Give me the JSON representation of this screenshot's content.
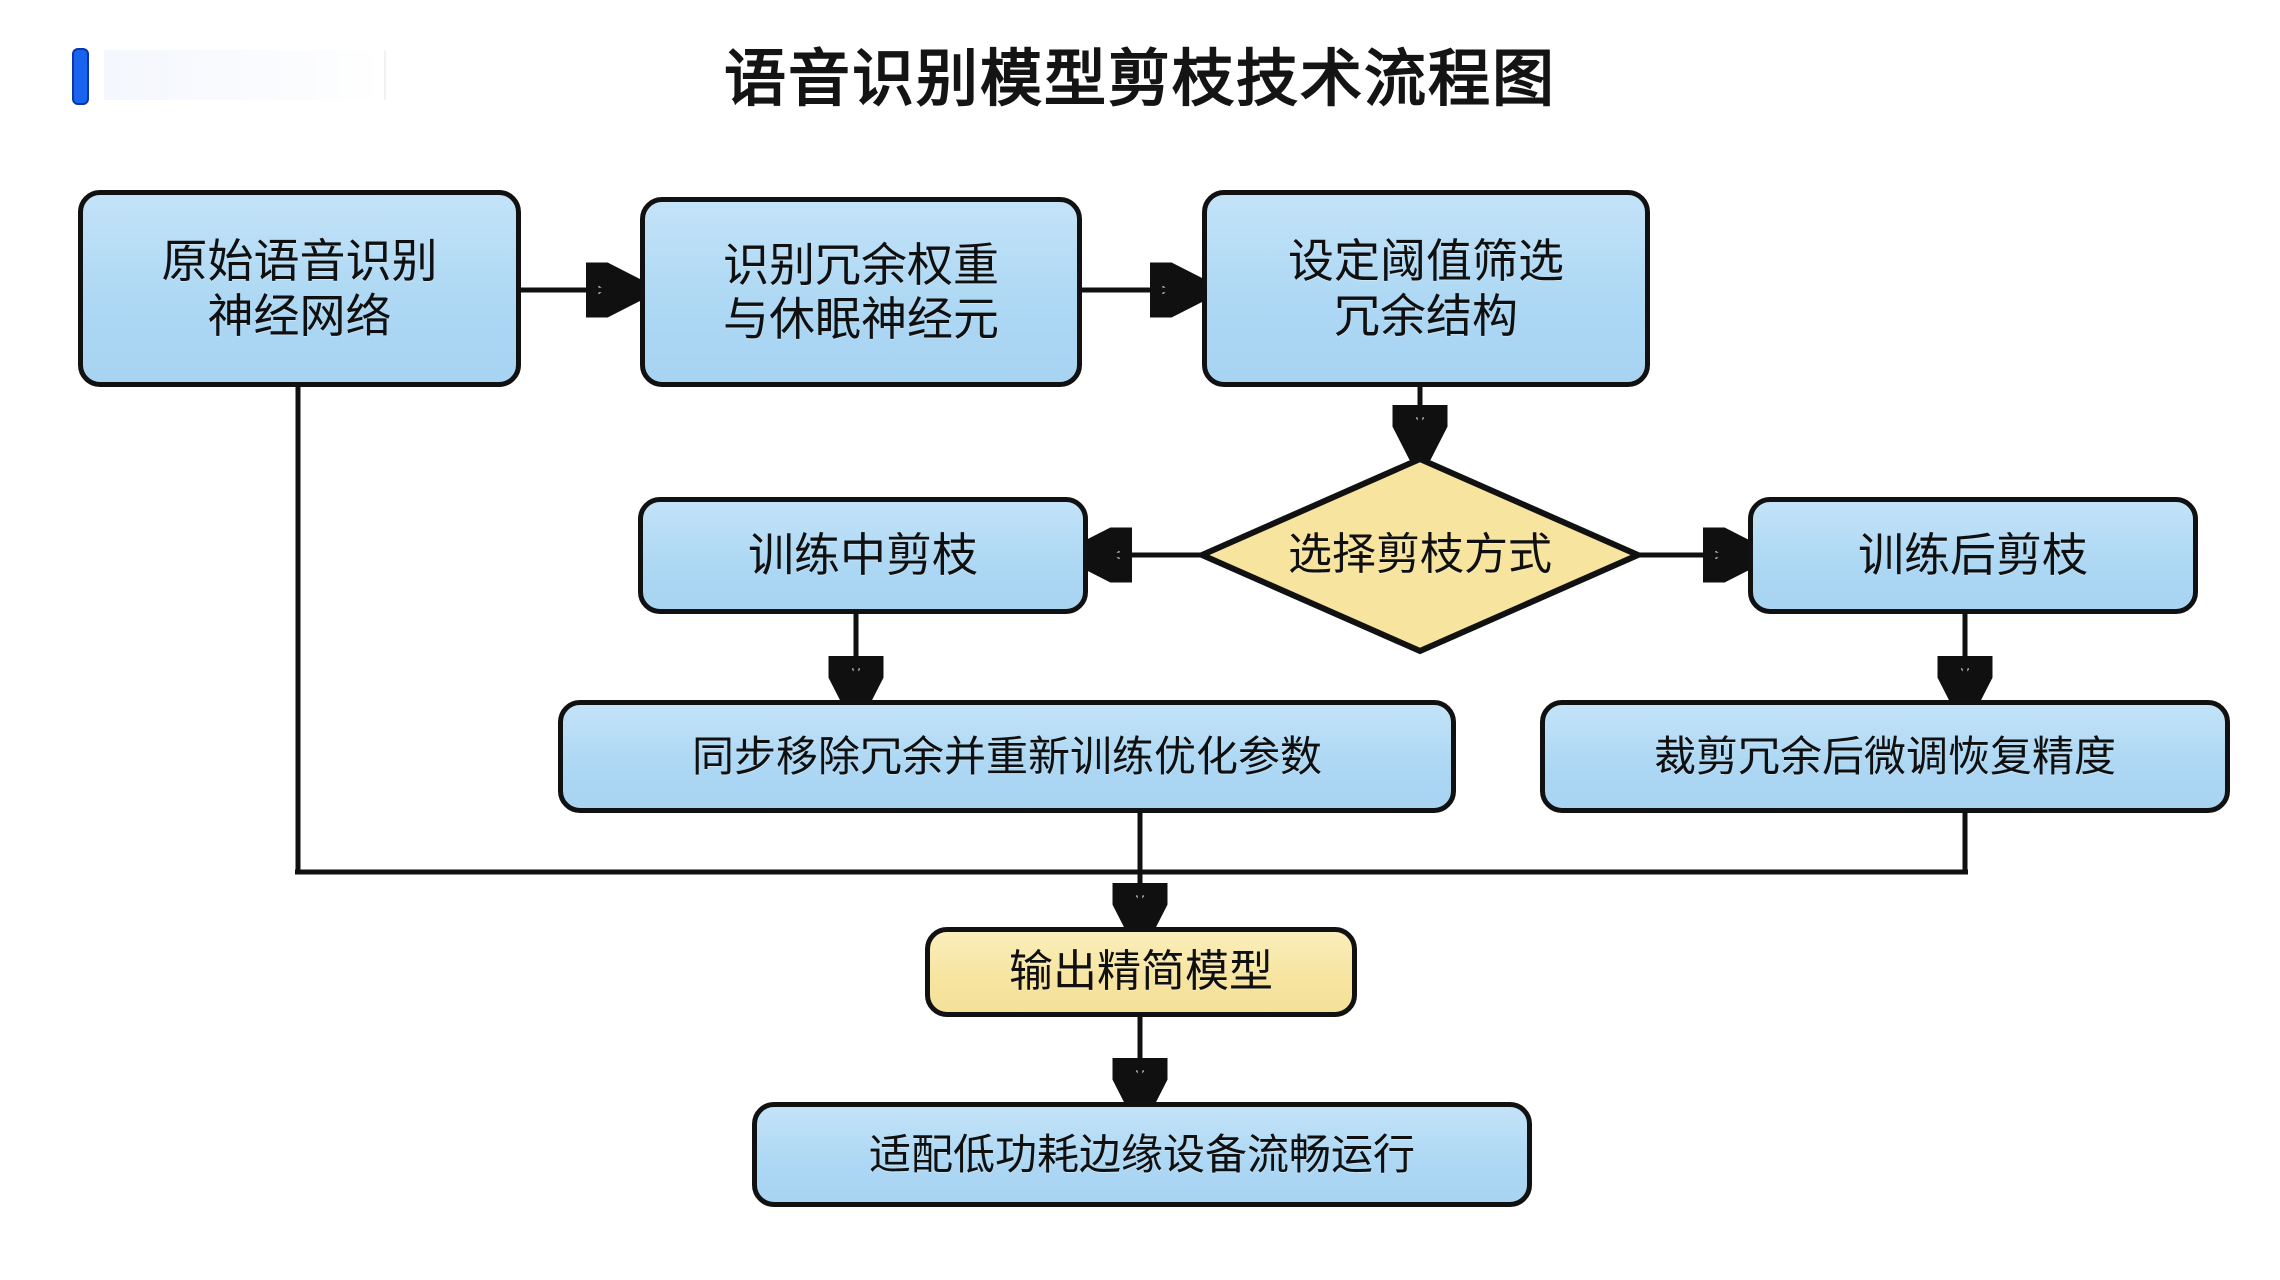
{
  "header": {
    "title": "语音识别模型剪枝技术流程图",
    "marker_icon": "blue-bar-marker",
    "accent_color": "#1a63ee"
  },
  "palette": {
    "process_fill": "#aed8f4",
    "decision_fill": "#f6e49f",
    "output_fill": "#f6e49f",
    "border": "#111111",
    "connector": "#101010",
    "text": "#101010"
  },
  "flowchart": {
    "type": "process-flow-diagram",
    "nodes": [
      {
        "id": "n1",
        "shape": "rounded-rect",
        "style": "blue",
        "label": "原始语音识别\n神经网络"
      },
      {
        "id": "n2",
        "shape": "rounded-rect",
        "style": "blue",
        "label": "识别冗余权重\n与休眠神经元"
      },
      {
        "id": "n3",
        "shape": "rounded-rect",
        "style": "blue",
        "label": "设定阈值筛选\n冗余结构"
      },
      {
        "id": "n4",
        "shape": "diamond",
        "style": "yellow",
        "label": "选择剪枝方式"
      },
      {
        "id": "n5",
        "shape": "rounded-rect",
        "style": "blue",
        "label": "训练中剪枝"
      },
      {
        "id": "n6",
        "shape": "rounded-rect",
        "style": "blue",
        "label": "训练后剪枝"
      },
      {
        "id": "n7",
        "shape": "rounded-rect",
        "style": "blue",
        "label": "同步移除冗余并重新训练优化参数"
      },
      {
        "id": "n8",
        "shape": "rounded-rect",
        "style": "blue",
        "label": "裁剪冗余后微调恢复精度"
      },
      {
        "id": "n9",
        "shape": "rounded-rect",
        "style": "yellow",
        "label": "输出精简模型"
      },
      {
        "id": "n10",
        "shape": "rounded-rect",
        "style": "blue",
        "label": "适配低功耗边缘设备流畅运行"
      }
    ],
    "edges": [
      {
        "from": "n1",
        "to": "n2",
        "dir": "right"
      },
      {
        "from": "n2",
        "to": "n3",
        "dir": "right"
      },
      {
        "from": "n3",
        "to": "n4",
        "dir": "down"
      },
      {
        "from": "n4",
        "to": "n5",
        "dir": "left"
      },
      {
        "from": "n4",
        "to": "n6",
        "dir": "right"
      },
      {
        "from": "n5",
        "to": "n7",
        "dir": "down"
      },
      {
        "from": "n6",
        "to": "n8",
        "dir": "down"
      },
      {
        "from": "n7",
        "to": "n9",
        "dir": "down"
      },
      {
        "from": "n8",
        "to": "n9",
        "dir": "down"
      },
      {
        "from": "n1",
        "to": "n9",
        "dir": "down"
      },
      {
        "from": "n9",
        "to": "n10",
        "dir": "down"
      }
    ]
  }
}
